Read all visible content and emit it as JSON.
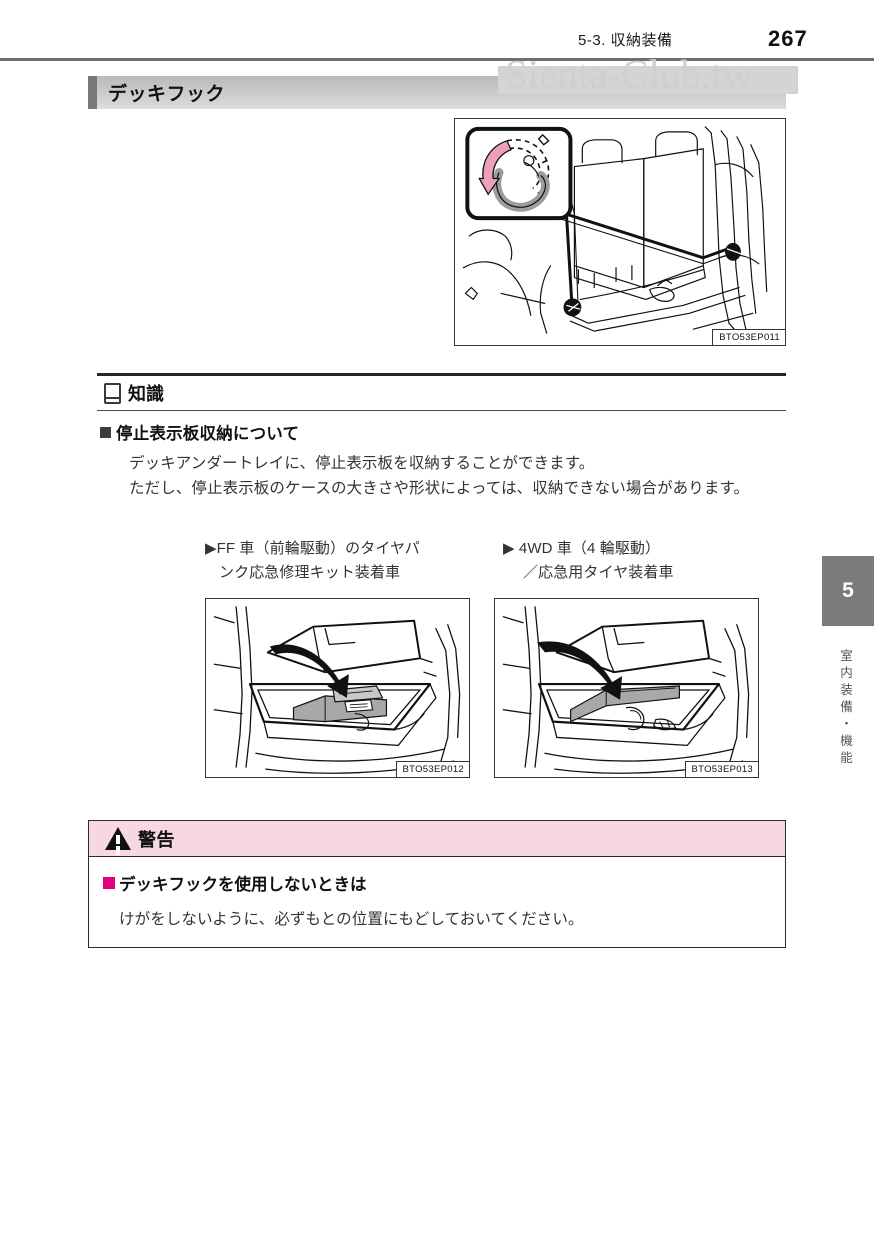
{
  "header": {
    "chapter": "5-3. 収納装備",
    "page_number": "267"
  },
  "watermark": "Sienta-Club.tw",
  "section": {
    "title": "デッキフック"
  },
  "figures": {
    "main": {
      "code": "BTO53EP011",
      "alt": "デッキフック使用図"
    },
    "ff": {
      "code": "BTO53EP012",
      "alt": "FF車デッキアンダートレイ収納図"
    },
    "fourwd": {
      "code": "BTO53EP013",
      "alt": "4WD車デッキアンダートレイ収納図"
    }
  },
  "knowledge": {
    "label": "知識",
    "subheading": "停止表示板収納について",
    "paragraphs": [
      "デッキアンダートレイに、停止表示板を収納することができます。",
      "ただし、停止表示板のケースの大きさや形状によっては、収納できない場合があります。"
    ]
  },
  "captions": {
    "left": {
      "marker": "▶",
      "line1": "FF 車（前輪駆動）のタイヤパ",
      "line2": "ンク応急修理キット装着車"
    },
    "right": {
      "marker": "▶",
      "line1": "4WD 車（4 輪駆動）",
      "line2": "／応急用タイヤ装着車"
    }
  },
  "warning": {
    "label": "警告",
    "subheading": "デッキフックを使用しないときは",
    "text": "けがをしないように、必ずもとの位置にもどしておいてください。",
    "header_color": "#f7d7e4",
    "bullet_color": "#e4007f"
  },
  "side_tab": {
    "number": "5",
    "chars": [
      "室",
      "内",
      "装",
      "備",
      "・",
      "機",
      "能"
    ]
  }
}
